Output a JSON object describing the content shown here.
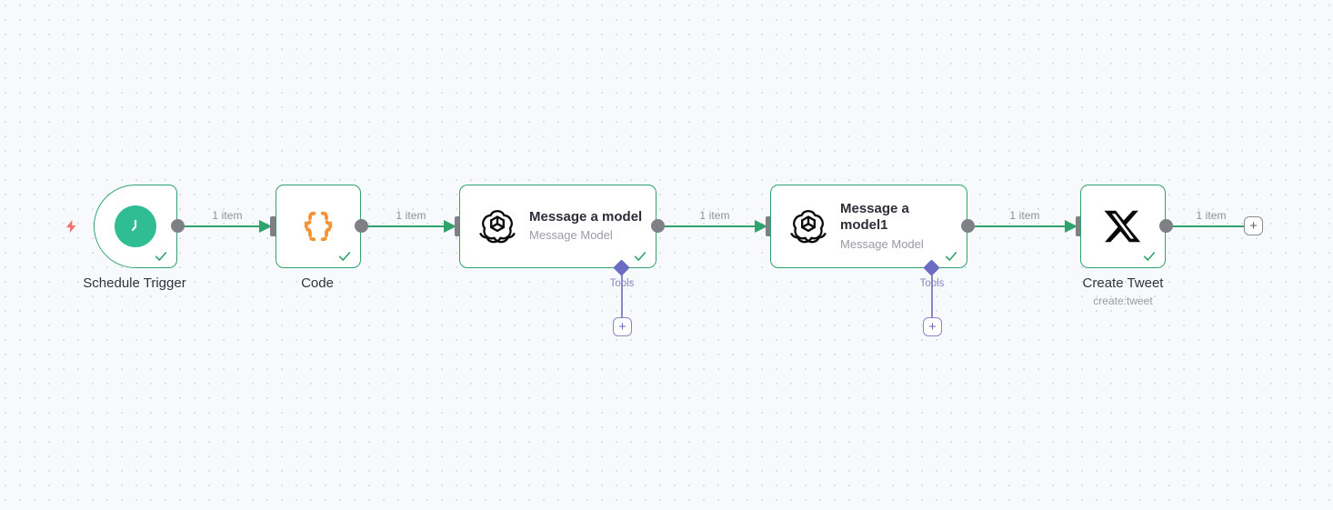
{
  "canvas": {
    "background_color": "#f8f9fc",
    "grid_dot_color": "#dcdfe8",
    "accent_green": "#2fa36b",
    "accent_purple": "#6b6bc4",
    "trigger_bolt_color": "#f07568",
    "clock_icon_color": "#31bd93",
    "code_icon_color": "#f59334"
  },
  "nodes": [
    {
      "id": "schedule-trigger",
      "caption_title": "Schedule Trigger",
      "caption_sub": "",
      "icon": "clock-icon",
      "status": "success"
    },
    {
      "id": "code",
      "caption_title": "Code",
      "caption_sub": "",
      "icon": "curly-braces-icon",
      "status": "success"
    },
    {
      "id": "message-a-model",
      "inner_title": "Message a model",
      "inner_sub": "Message Model",
      "icon": "openai-icon",
      "status": "success",
      "sub_connector_label": "Tools"
    },
    {
      "id": "message-a-model1",
      "inner_title": "Message a model1",
      "inner_sub": "Message Model",
      "icon": "openai-icon",
      "status": "success",
      "sub_connector_label": "Tools"
    },
    {
      "id": "create-tweet",
      "caption_title": "Create Tweet",
      "caption_sub": "create:tweet",
      "icon": "x-twitter-icon",
      "status": "success"
    }
  ],
  "connections": [
    {
      "id": "c1",
      "from": "schedule-trigger",
      "to": "code",
      "label": "1 item"
    },
    {
      "id": "c2",
      "from": "code",
      "to": "message-a-model",
      "label": "1 item"
    },
    {
      "id": "c3",
      "from": "message-a-model",
      "to": "message-a-model1",
      "label": "1 item"
    },
    {
      "id": "c4",
      "from": "message-a-model1",
      "to": "create-tweet",
      "label": "1 item"
    },
    {
      "id": "c5",
      "from": "create-tweet",
      "to": "add-node",
      "label": "1 item"
    }
  ],
  "buttons": {
    "plus_glyph": "+",
    "add_tool_1_label": "+",
    "add_tool_2_label": "+",
    "add_next_node_label": "+"
  }
}
